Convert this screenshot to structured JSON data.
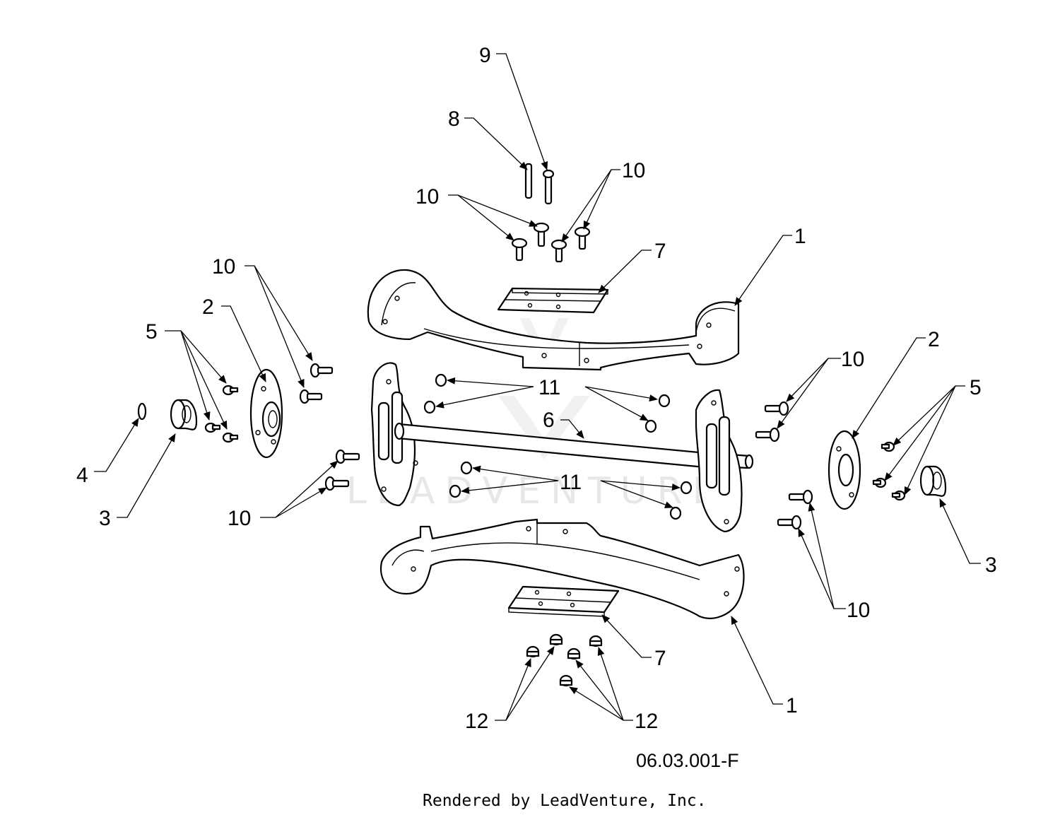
{
  "watermark": "LEADVENTURE",
  "diagram_code": "06.03.001-F",
  "credit": "Rendered by LeadVenture, Inc.",
  "callouts": {
    "c9": "9",
    "c8": "8",
    "c10_top_left": "10",
    "c10_top_right": "10",
    "c1_top": "1",
    "c7_top": "7",
    "c10_left_upper": "10",
    "c2_left": "2",
    "c5_left": "5",
    "c4": "4",
    "c3_left": "3",
    "c10_left_lower": "10",
    "c11_upper": "11",
    "c6": "6",
    "c11_lower": "11",
    "c10_right_upper": "10",
    "c2_right": "2",
    "c5_right": "5",
    "c3_right": "3",
    "c10_right_lower": "10",
    "c7_bottom": "7",
    "c1_bottom": "1",
    "c12_left": "12",
    "c12_right": "12"
  }
}
